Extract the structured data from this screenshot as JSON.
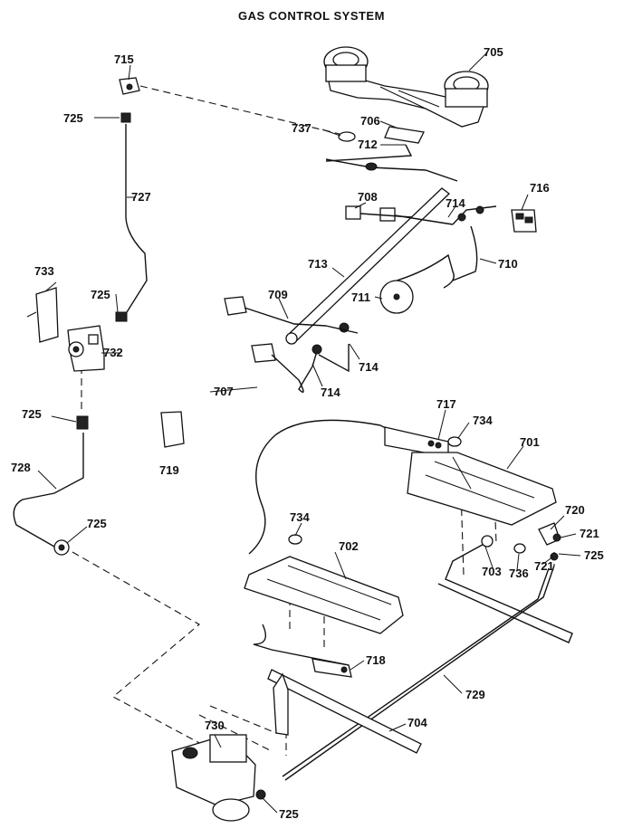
{
  "diagram": {
    "title": "GAS CONTROL SYSTEM",
    "labels": {
      "p701": "701",
      "p702": "702",
      "p703": "703",
      "p704": "704",
      "p705": "705",
      "p706": "706",
      "p707": "707",
      "p708": "708",
      "p709": "709",
      "p710": "710",
      "p711": "711",
      "p712": "712",
      "p713": "713",
      "p714a": "714",
      "p714b": "714",
      "p714c": "714",
      "p715": "715",
      "p716": "716",
      "p717": "717",
      "p718": "718",
      "p719": "719",
      "p720": "720",
      "p721a": "721",
      "p721b": "721",
      "p725a": "725",
      "p725b": "725",
      "p725c": "725",
      "p725d": "725",
      "p725e": "725",
      "p725f": "725",
      "p727": "727",
      "p728": "728",
      "p729": "729",
      "p730": "730",
      "p732": "732",
      "p733": "733",
      "p734a": "734",
      "p734b": "734",
      "p736": "736",
      "p737": "737"
    }
  }
}
